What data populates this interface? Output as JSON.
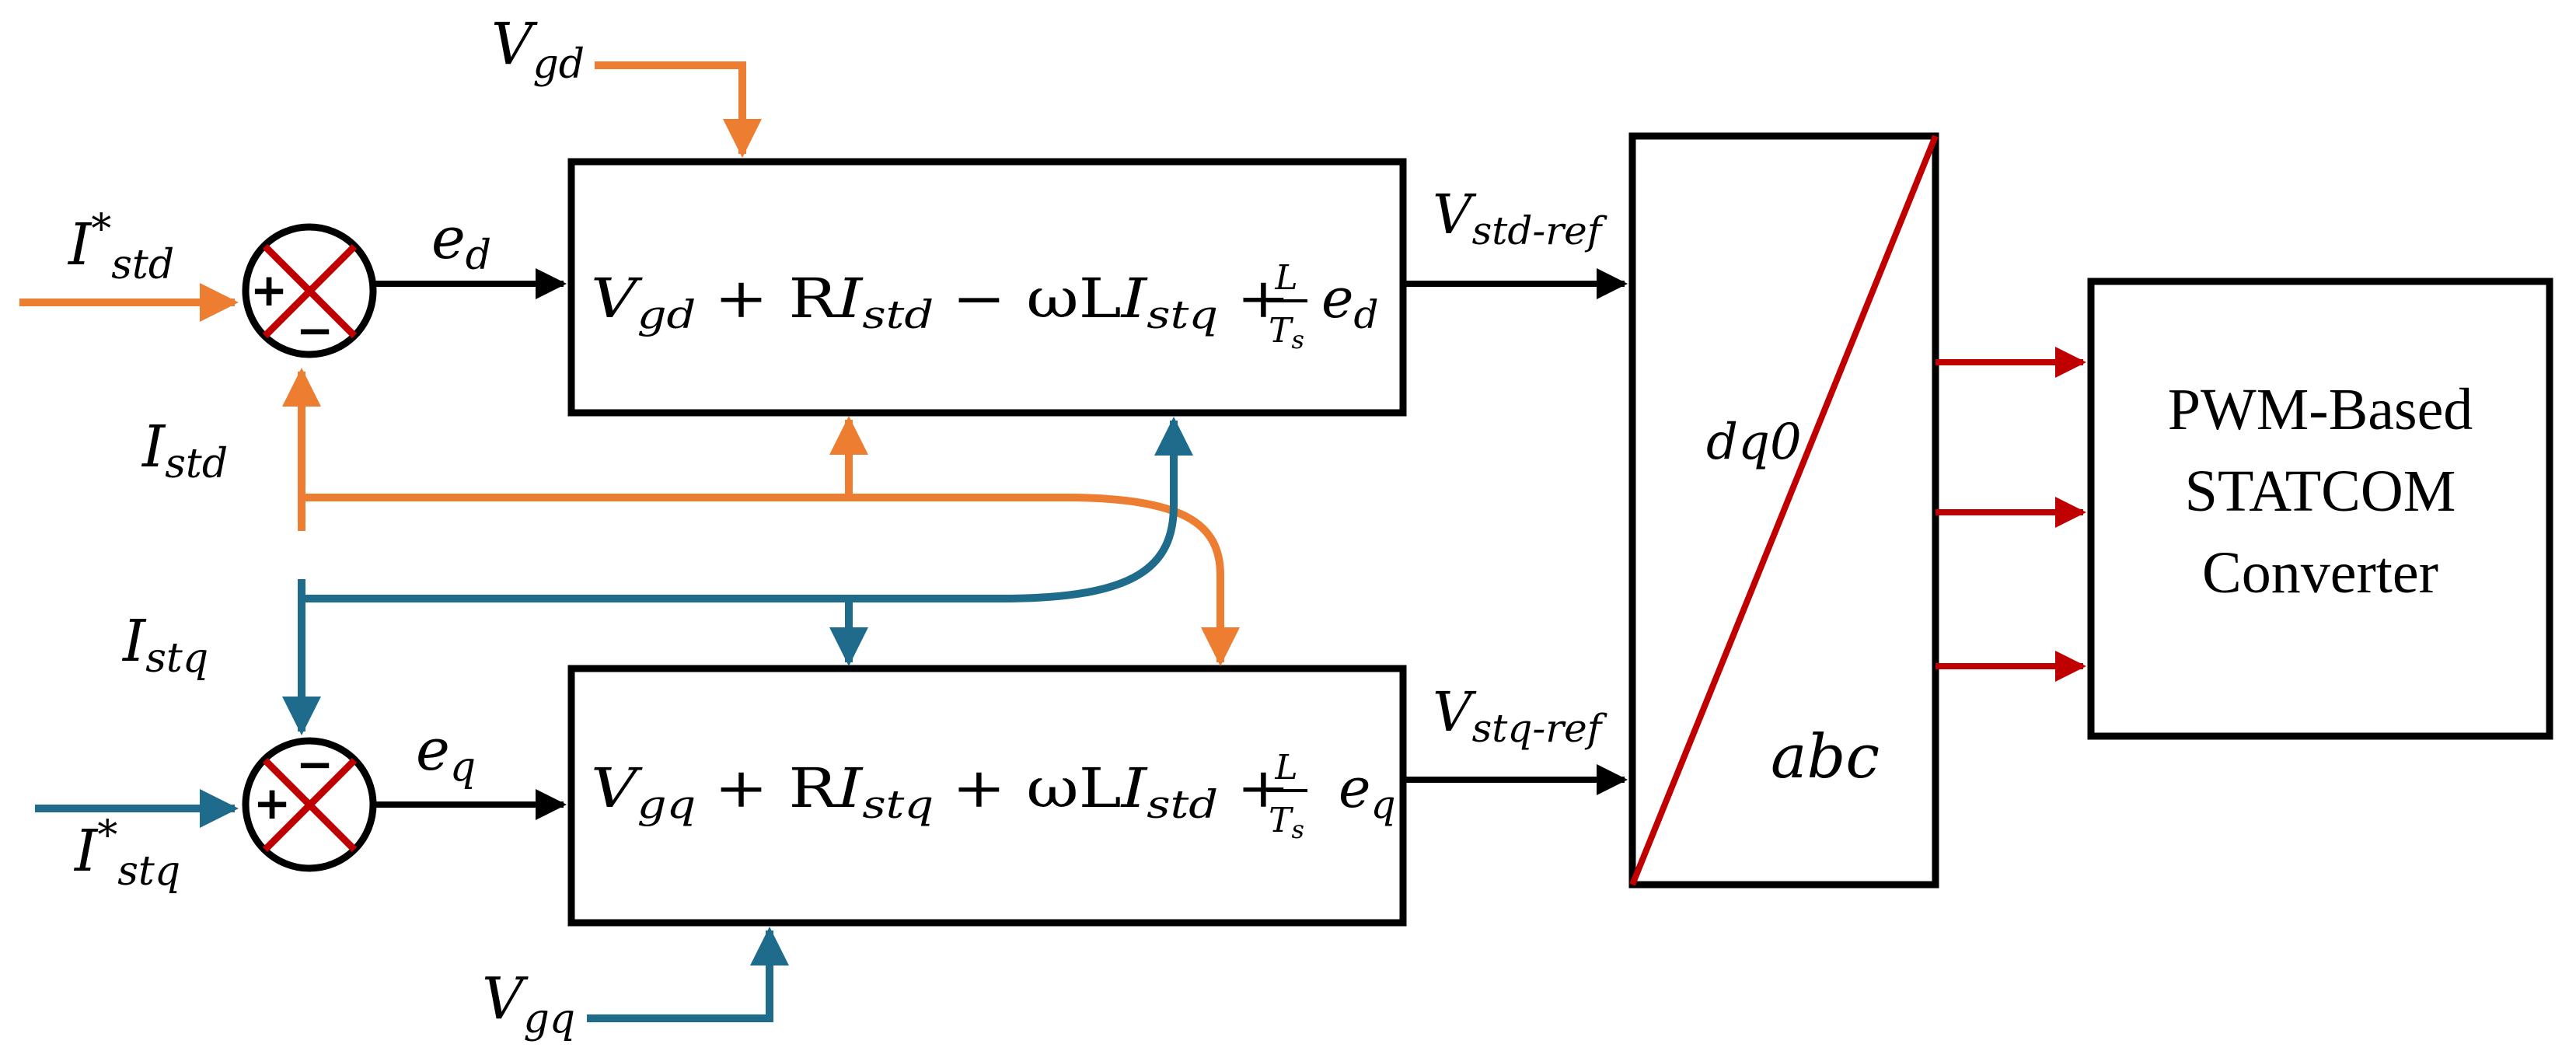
{
  "labels": {
    "vgd_top": {
      "main": "V",
      "sub": "gd"
    },
    "vgq_bottom": {
      "main": "V",
      "sub": "gq"
    },
    "i_std_ref": {
      "main": "I",
      "sup": "*",
      "sub": "std"
    },
    "i_stq_ref": {
      "main": "I",
      "sup": "*",
      "sub": "stq"
    },
    "i_std": {
      "main": "I",
      "sub": "std"
    },
    "i_stq": {
      "main": "I",
      "sub": "stq"
    },
    "e_d": {
      "main": "e",
      "sub": "d"
    },
    "e_q": {
      "main": "e",
      "sub": "q"
    },
    "v_std_ref": {
      "main": "V",
      "sub": "std-ref"
    },
    "v_stq_ref": {
      "main": "V",
      "sub": "stq-ref"
    }
  },
  "summing_junctions": {
    "top": {
      "plus": "+",
      "minus": "−"
    },
    "bottom": {
      "plus": "+",
      "minus": "−"
    }
  },
  "equation_d": {
    "t1": "V",
    "t1s": "gd",
    "op1": "+ R",
    "t2": "I",
    "t2s": "std",
    "op2": "− ωL",
    "t3": "I",
    "t3s": "stq",
    "op3": "+",
    "frac_num": "L",
    "frac_den": "T",
    "frac_den_sub": "s",
    "err": "e",
    "err_sub": "d"
  },
  "equation_q": {
    "t1": "V",
    "t1s": "gq",
    "op1": "+ R",
    "t2": "I",
    "t2s": "stq",
    "op2": "+ ωL",
    "t3": "I",
    "t3s": "std",
    "op3": "+",
    "frac_num": "L",
    "frac_den": "T",
    "frac_den_sub": "s",
    "err": "e",
    "err_sub": "q"
  },
  "transform_block": {
    "top_label": "dq0",
    "bottom_label": "abc"
  },
  "converter_block": {
    "line1": "PWM-Based",
    "line2": "STATCOM",
    "line3": "Converter"
  },
  "colors": {
    "d_axis": "#ED7D31",
    "q_axis": "#1F6B8C",
    "signal": "#000000",
    "three_phase": "#C00000"
  }
}
